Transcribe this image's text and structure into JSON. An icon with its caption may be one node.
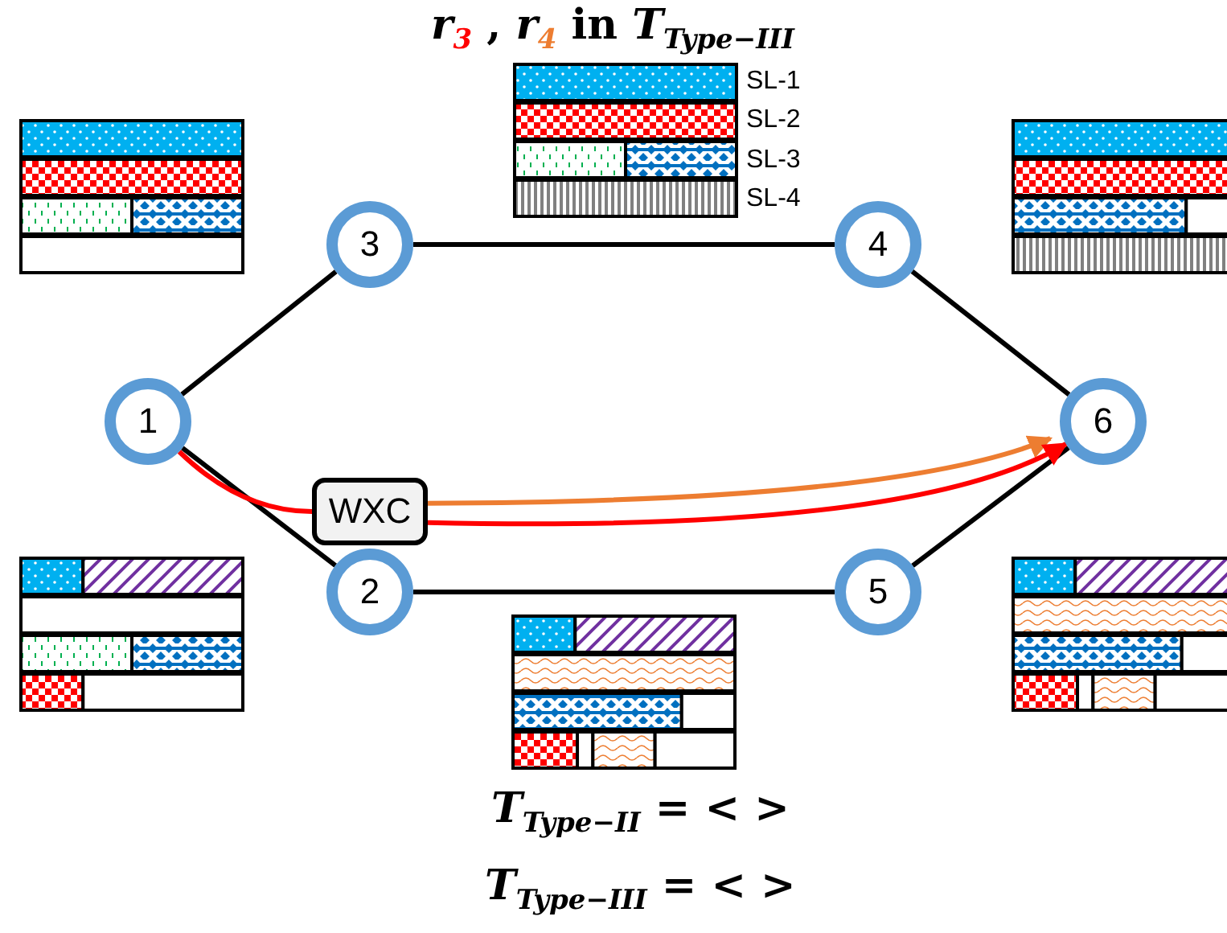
{
  "diagram": {
    "title": "*r*$_{3}$ , *r*$_{4}$ in *T*$_{Type−III}$",
    "nodes": [
      {
        "text": [
          "1"
        ]
      },
      {
        "text": [
          "3"
        ]
      },
      {
        "text": [
          "4"
        ]
      },
      {
        "text": [
          "WXC"
        ]
      },
      {
        "text": [
          "6"
        ]
      },
      {
        "text": [
          "2"
        ]
      },
      {
        "text": [
          "5"
        ]
      }
    ],
    "edges": [
      {
        "from": 0,
        "to": 1,
        "arrow": "none"
      },
      {
        "from": 1,
        "to": 2,
        "arrow": "none"
      },
      {
        "from": 2,
        "to": 4,
        "arrow": "none"
      },
      {
        "from": 0,
        "to": 5,
        "arrow": "none"
      },
      {
        "from": 5,
        "to": 6,
        "arrow": "none"
      },
      {
        "from": 6,
        "to": 4,
        "arrow": "none"
      },
      {
        "from": 0,
        "to": 3,
        "arrow": "none",
        "color": "#ff0000"
      },
      {
        "from": 3,
        "to": 4,
        "arrow": "to",
        "color": "#ed7d31"
      },
      {
        "from": 3,
        "to": 4,
        "arrow": "to",
        "color": "#ff0000"
      }
    ],
    "labels": [
      "SL-1",
      "SL-2",
      "SL-3",
      "SL-4",
      "*T*$_{Type−II}$ = < >",
      "*T*$_{Type−III}$ = < >"
    ]
  }
}
